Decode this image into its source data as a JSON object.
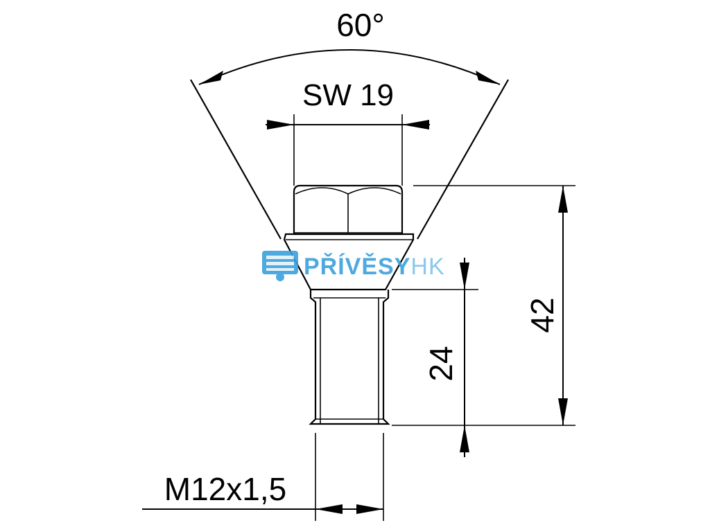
{
  "dimensions": {
    "angle": "60°",
    "wrench_size": "SW 19",
    "total_length": "42",
    "thread_length": "24",
    "thread_spec": "M12x1,5"
  },
  "watermark": {
    "brand_bold": "PŘÍVĚSY",
    "brand_light": "HK",
    "color_bold": "#3aa0dc",
    "color_light": "#7fc3ea"
  },
  "colors": {
    "line": "#000000",
    "background": "#ffffff"
  }
}
